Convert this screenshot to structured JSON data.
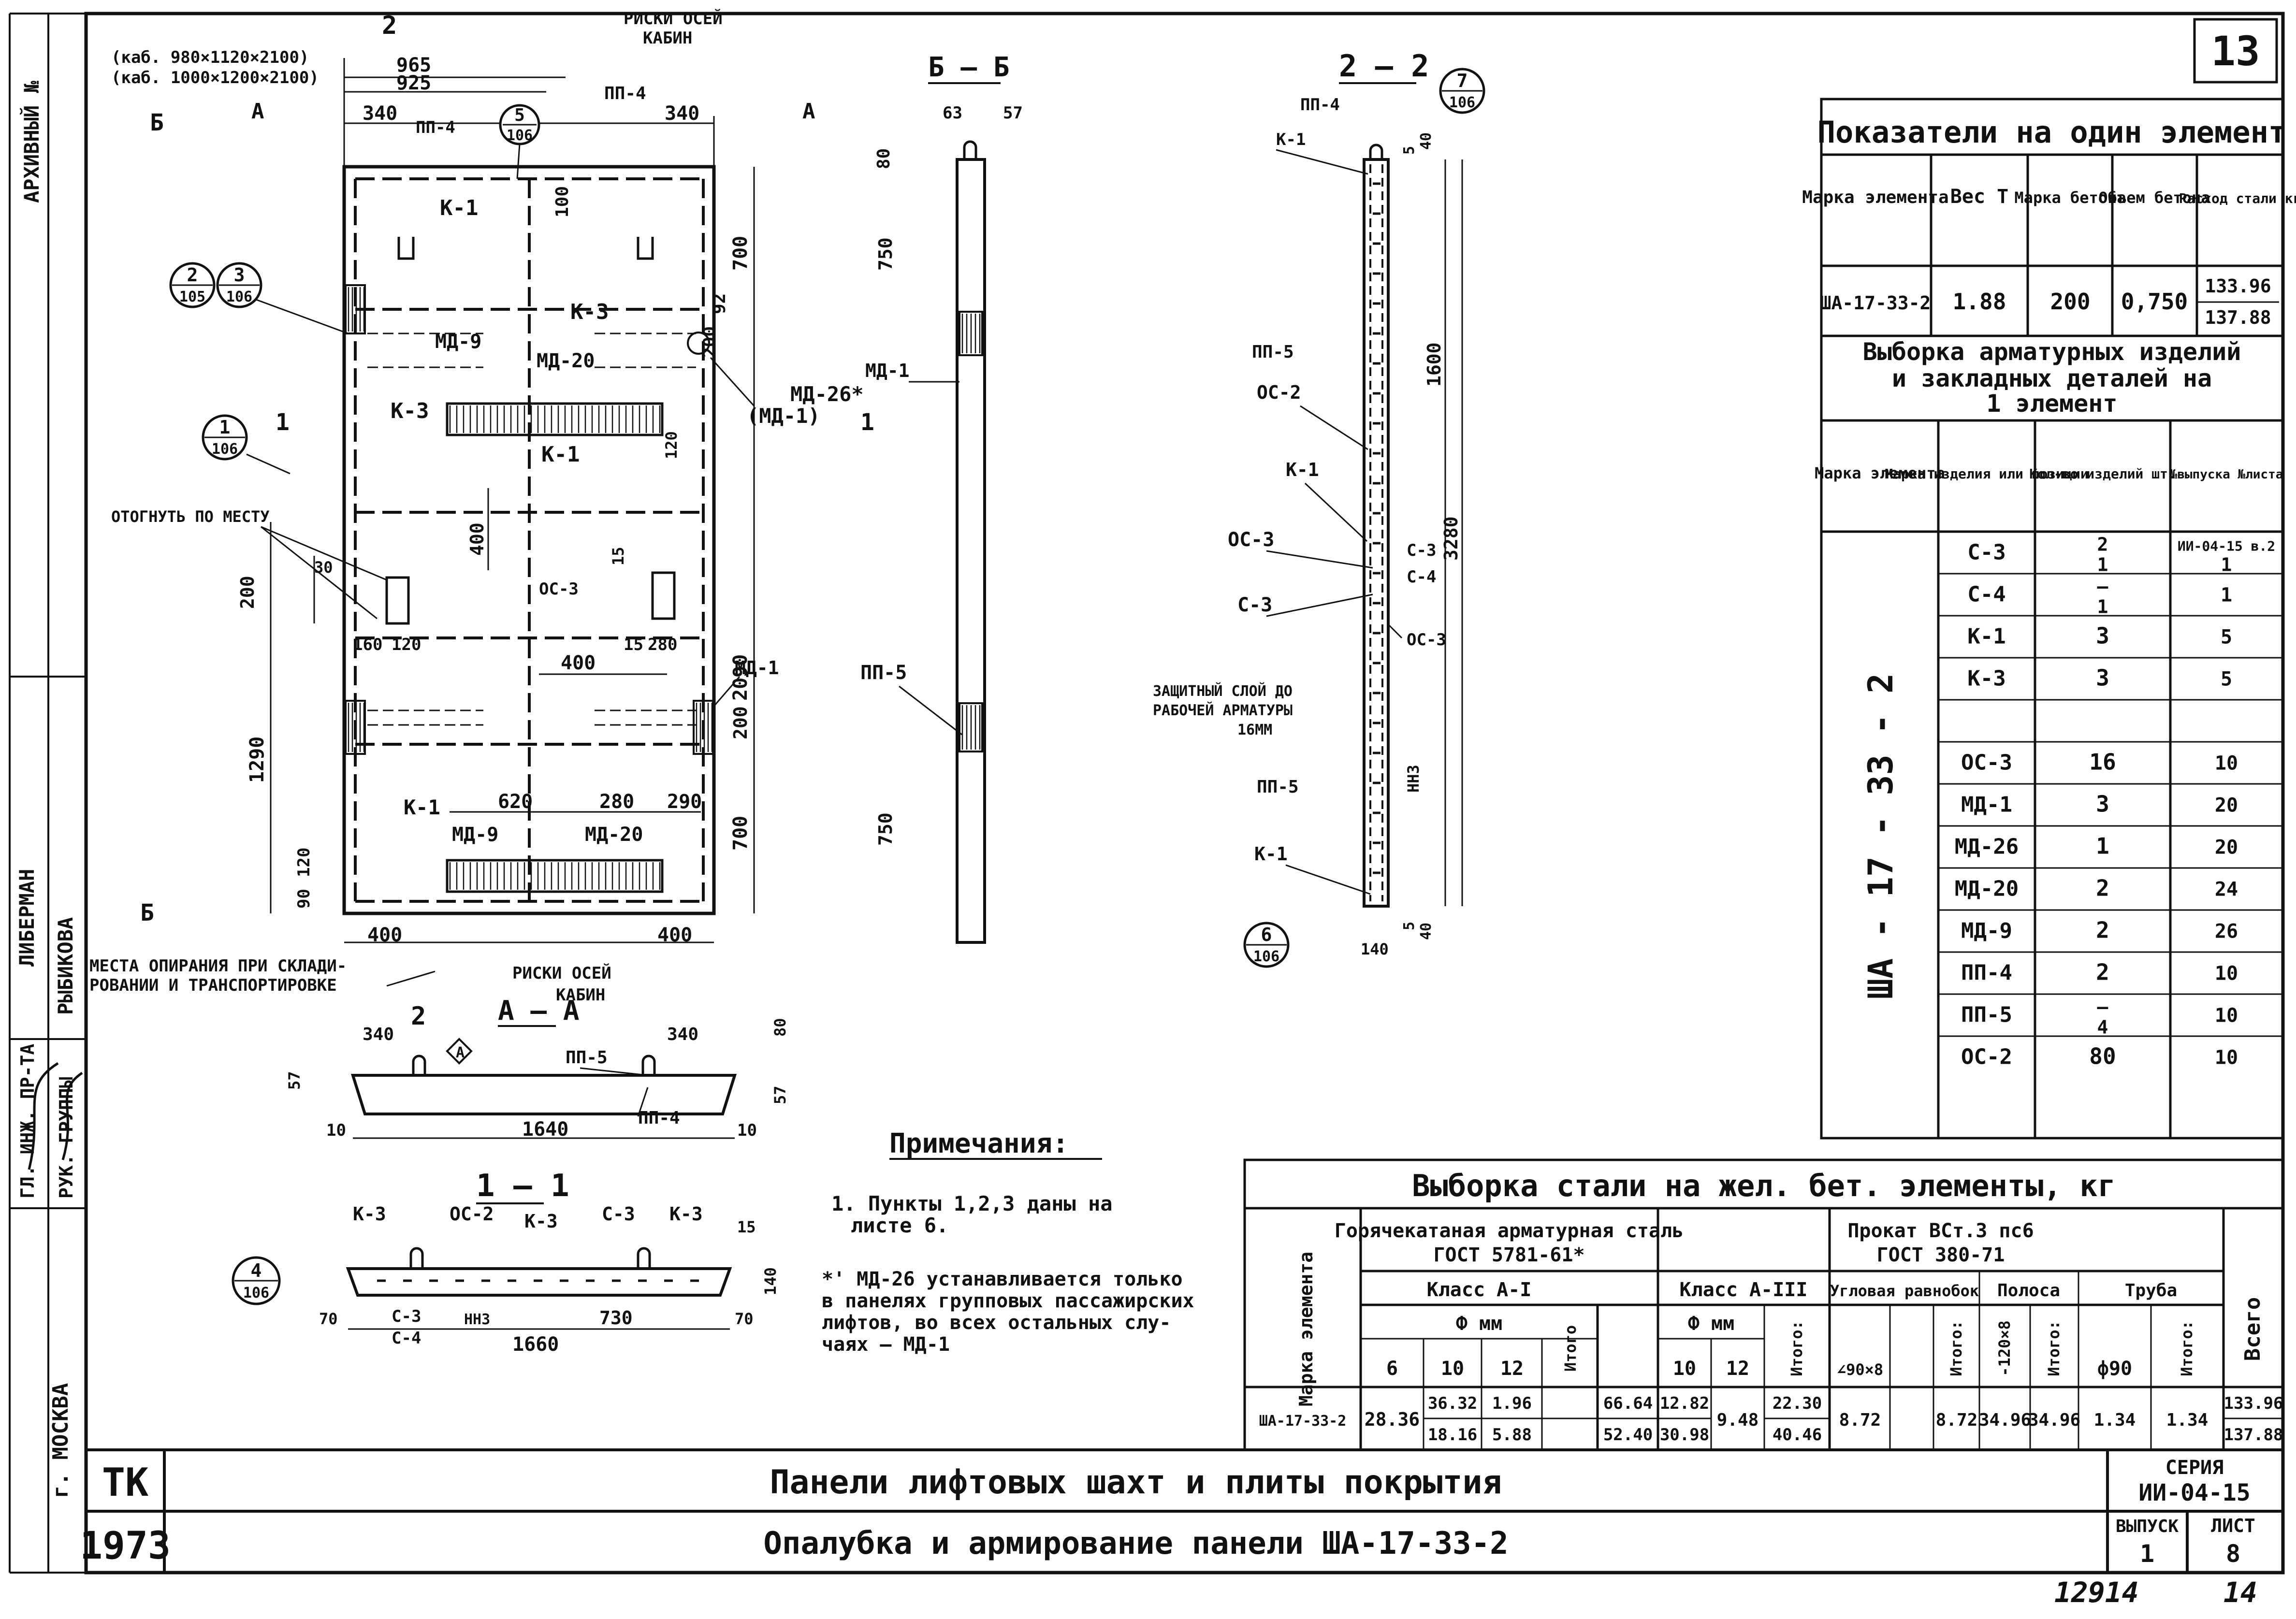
{
  "sheet": {
    "page_number": "13",
    "archive_no_label": "АРХИВНЫЙ №",
    "city": "г. МОСКВА",
    "staff": {
      "role_1": "ГЛ. ИНЖ. ПР-ТА",
      "role_2": "РУК. ГРУППЫ",
      "name_1": "ЛИБЕРМАН",
      "name_2": "РЫБИКОВА"
    },
    "stamp_bottom": "12914",
    "stamp_bottom_2": "14"
  },
  "title_block": {
    "org": "ТК",
    "year": "1973",
    "title_1": "Панели лифтовых шахт и плиты покрытия",
    "title_2": "Опалубка и армирование панели ША-17-33-2",
    "series_label": "СЕРИЯ",
    "series_value": "ИИ-04-15",
    "issue_label": "ВЫПУСК",
    "issue_value": "1",
    "sheet_label": "ЛИСТ",
    "sheet_value": "8"
  },
  "indicators_table": {
    "title": "Показатели на один элемент",
    "headers": [
      "Марка элемента",
      "Вес Т",
      "Марка бетона",
      "Объем бетона",
      "Расход стали кг"
    ],
    "row": [
      "ША-17-33-2",
      "1.88",
      "200",
      "0,750",
      "133.96",
      "137.88"
    ]
  },
  "selection_table": {
    "title_1": "Выборка арматурных изделий",
    "title_2": "и закладных деталей на",
    "title_3": "1 элемент",
    "headers": [
      "Марка элемента",
      "Марка изделия или позиции",
      "Кол-во изделий шт.",
      "№выпуска №листа"
    ],
    "element": "ША - 17 - 33 - 2",
    "rows": [
      {
        "mark": "С-3",
        "qty": "2",
        "qty2": "1",
        "ref": "ИИ-04-15 в.2",
        "ref2": "1"
      },
      {
        "mark": "С-4",
        "qty": "—",
        "qty2": "1",
        "ref": "1",
        "ref2": ""
      },
      {
        "mark": "К-1",
        "qty": "3",
        "qty2": "",
        "ref": "5",
        "ref2": ""
      },
      {
        "mark": "К-3",
        "qty": "3",
        "qty2": "",
        "ref": "5",
        "ref2": ""
      },
      {
        "mark": "",
        "qty": "",
        "qty2": "",
        "ref": "",
        "ref2": ""
      },
      {
        "mark": "ОС-3",
        "qty": "16",
        "qty2": "",
        "ref": "10",
        "ref2": ""
      },
      {
        "mark": "МД-1",
        "qty": "3",
        "qty2": "",
        "ref": "20",
        "ref2": ""
      },
      {
        "mark": "МД-26",
        "qty": "1",
        "qty2": "",
        "ref": "20",
        "ref2": ""
      },
      {
        "mark": "МД-20",
        "qty": "2",
        "qty2": "",
        "ref": "24",
        "ref2": ""
      },
      {
        "mark": "МД-9",
        "qty": "2",
        "qty2": "",
        "ref": "26",
        "ref2": ""
      },
      {
        "mark": "ПП-4",
        "qty": "2",
        "qty2": "",
        "ref": "10",
        "ref2": ""
      },
      {
        "mark": "ПП-5",
        "qty": "—",
        "qty2": "4",
        "ref": "10",
        "ref2": ""
      },
      {
        "mark": "ОС-2",
        "qty": "80",
        "qty2": "",
        "ref": "10",
        "ref2": ""
      }
    ]
  },
  "steel_table": {
    "title": "Выборка стали на жел. бет. элементы, кг",
    "col_mark": "Марка элемента",
    "hot_rolled": "Горячекатаная арматурная сталь",
    "hot_rolled_gost": "ГОСТ 5781-61*",
    "rolled": "Прокат ВСт.3 пс6",
    "rolled_gost": "ГОСТ 380-71",
    "class_a1": "Класс А-I",
    "class_a3": "Класс А-III",
    "dia": "Ф мм",
    "angle": "Угловая равнобок",
    "strip": "Полоса",
    "pipe": "Труба",
    "total": "Итого:",
    "grand_total": "Всего",
    "sub_headers": [
      "6",
      "10",
      "12",
      "Итого",
      "10",
      "12",
      "Итого:",
      "∠90×8",
      "",
      "Итого:",
      "-120×8",
      "Итого:",
      "ф90",
      "Итого:"
    ],
    "row": {
      "mark": "ША-17-33-2",
      "a1_6": "28.36",
      "a1_10": "36.32",
      "a1_10b": "18.16",
      "a1_12": "1.96",
      "a1_12b": "5.88",
      "a1_total": "66.64",
      "a1_totalb": "52.40",
      "a3_10": "12.82",
      "a3_10b": "30.98",
      "a3_12": "9.48",
      "a3_total": "22.30",
      "a3_totalb": "40.46",
      "angle": "8.72",
      "angle_total": "8.72",
      "strip": "34.96",
      "strip_total": "34.96",
      "pipe": "1.34",
      "pipe_total": "1.34",
      "grand": "133.96",
      "grandb": "137.88"
    }
  },
  "notes": {
    "title": "Примечания:",
    "n1_a": "1. Пункты 1,2,3 даны на",
    "n1_b": "листе 6.",
    "n2_a": "*' МД-26 устанавливается только",
    "n2_b": "в панелях групповых пассажирских",
    "n2_c": "лифтов, во всех остальных слу-",
    "n2_d": "чаях — МД-1"
  },
  "drawing": {
    "cab_1": "(каб. 980×1120×2100)",
    "cab_2": "(каб. 1000×1200×2100)",
    "dim_965": "965",
    "dim_925": "925",
    "dim_340": "340",
    "dim_400": "400",
    "dim_700": "700",
    "dim_2090": "2090",
    "dim_1290": "1290",
    "dim_200": "200",
    "dim_620": "620",
    "dim_280": "280",
    "dim_290": "290",
    "dim_120": "120",
    "dim_90": "90",
    "dim_160": "160",
    "dim_30": "30",
    "dim_15": "15",
    "dim_92": "92",
    "dim_100": "100",
    "dim_750": "750",
    "dim_63": "63",
    "dim_57": "57",
    "dim_80": "80",
    "dim_1600": "1600",
    "dim_3280": "3280",
    "dim_5": "5",
    "dim_40": "40",
    "dim_140": "140",
    "dim_1640": "1640",
    "dim_10": "10",
    "dim_1660": "1660",
    "dim_730": "730",
    "dim_70": "70",
    "risk_top_1": "РИСКИ ОСЕЙ",
    "risk_top_2": "КАБИН",
    "risk_bot_1": "РИСКИ ОСЕЙ",
    "risk_bot_2": "КАБИН",
    "bend": "ОТОГНУТЬ ПО МЕСТУ",
    "support_1": "МЕСТА ОПИРАНИЯ ПРИ СКЛАДИ-",
    "support_2": "РОВАНИИ И ТРАНСПОРТИРОВКЕ",
    "protect_1": "ЗАЩИТНЫЙ СЛОЙ ДО",
    "protect_2": "РАБОЧЕЙ АРМАТУРЫ",
    "protect_3": "16ММ",
    "sec_bb": "Б – Б",
    "sec_22": "2 – 2",
    "sec_aa": "А – А",
    "sec_11": "1 – 1",
    "sec_2": "2",
    "sec_a": "А",
    "sec_b": "Б",
    "sec_1": "1",
    "k1": "К-1",
    "k3": "К-3",
    "pp4": "ПП-4",
    "pp5": "ПП-5",
    "md9": "МД-9",
    "md20": "МД-20",
    "md1": "МД-1",
    "md26": "МД-26*",
    "md1b": "(МД-1)",
    "os2": "ОС-2",
    "os3": "ОС-3",
    "c3": "С-3",
    "c4": "С-4",
    "nn3": "НН3",
    "b5_1": "5",
    "b5_2": "106",
    "b2_1": "2",
    "b2_2": "105",
    "b3_1": "3",
    "b3_2": "106",
    "b1_1": "1",
    "b1_2": "106",
    "b7_1": "7",
    "b7_2": "106",
    "b6_1": "6",
    "b6_2": "106",
    "b4_1": "4",
    "b4_2": "106"
  }
}
